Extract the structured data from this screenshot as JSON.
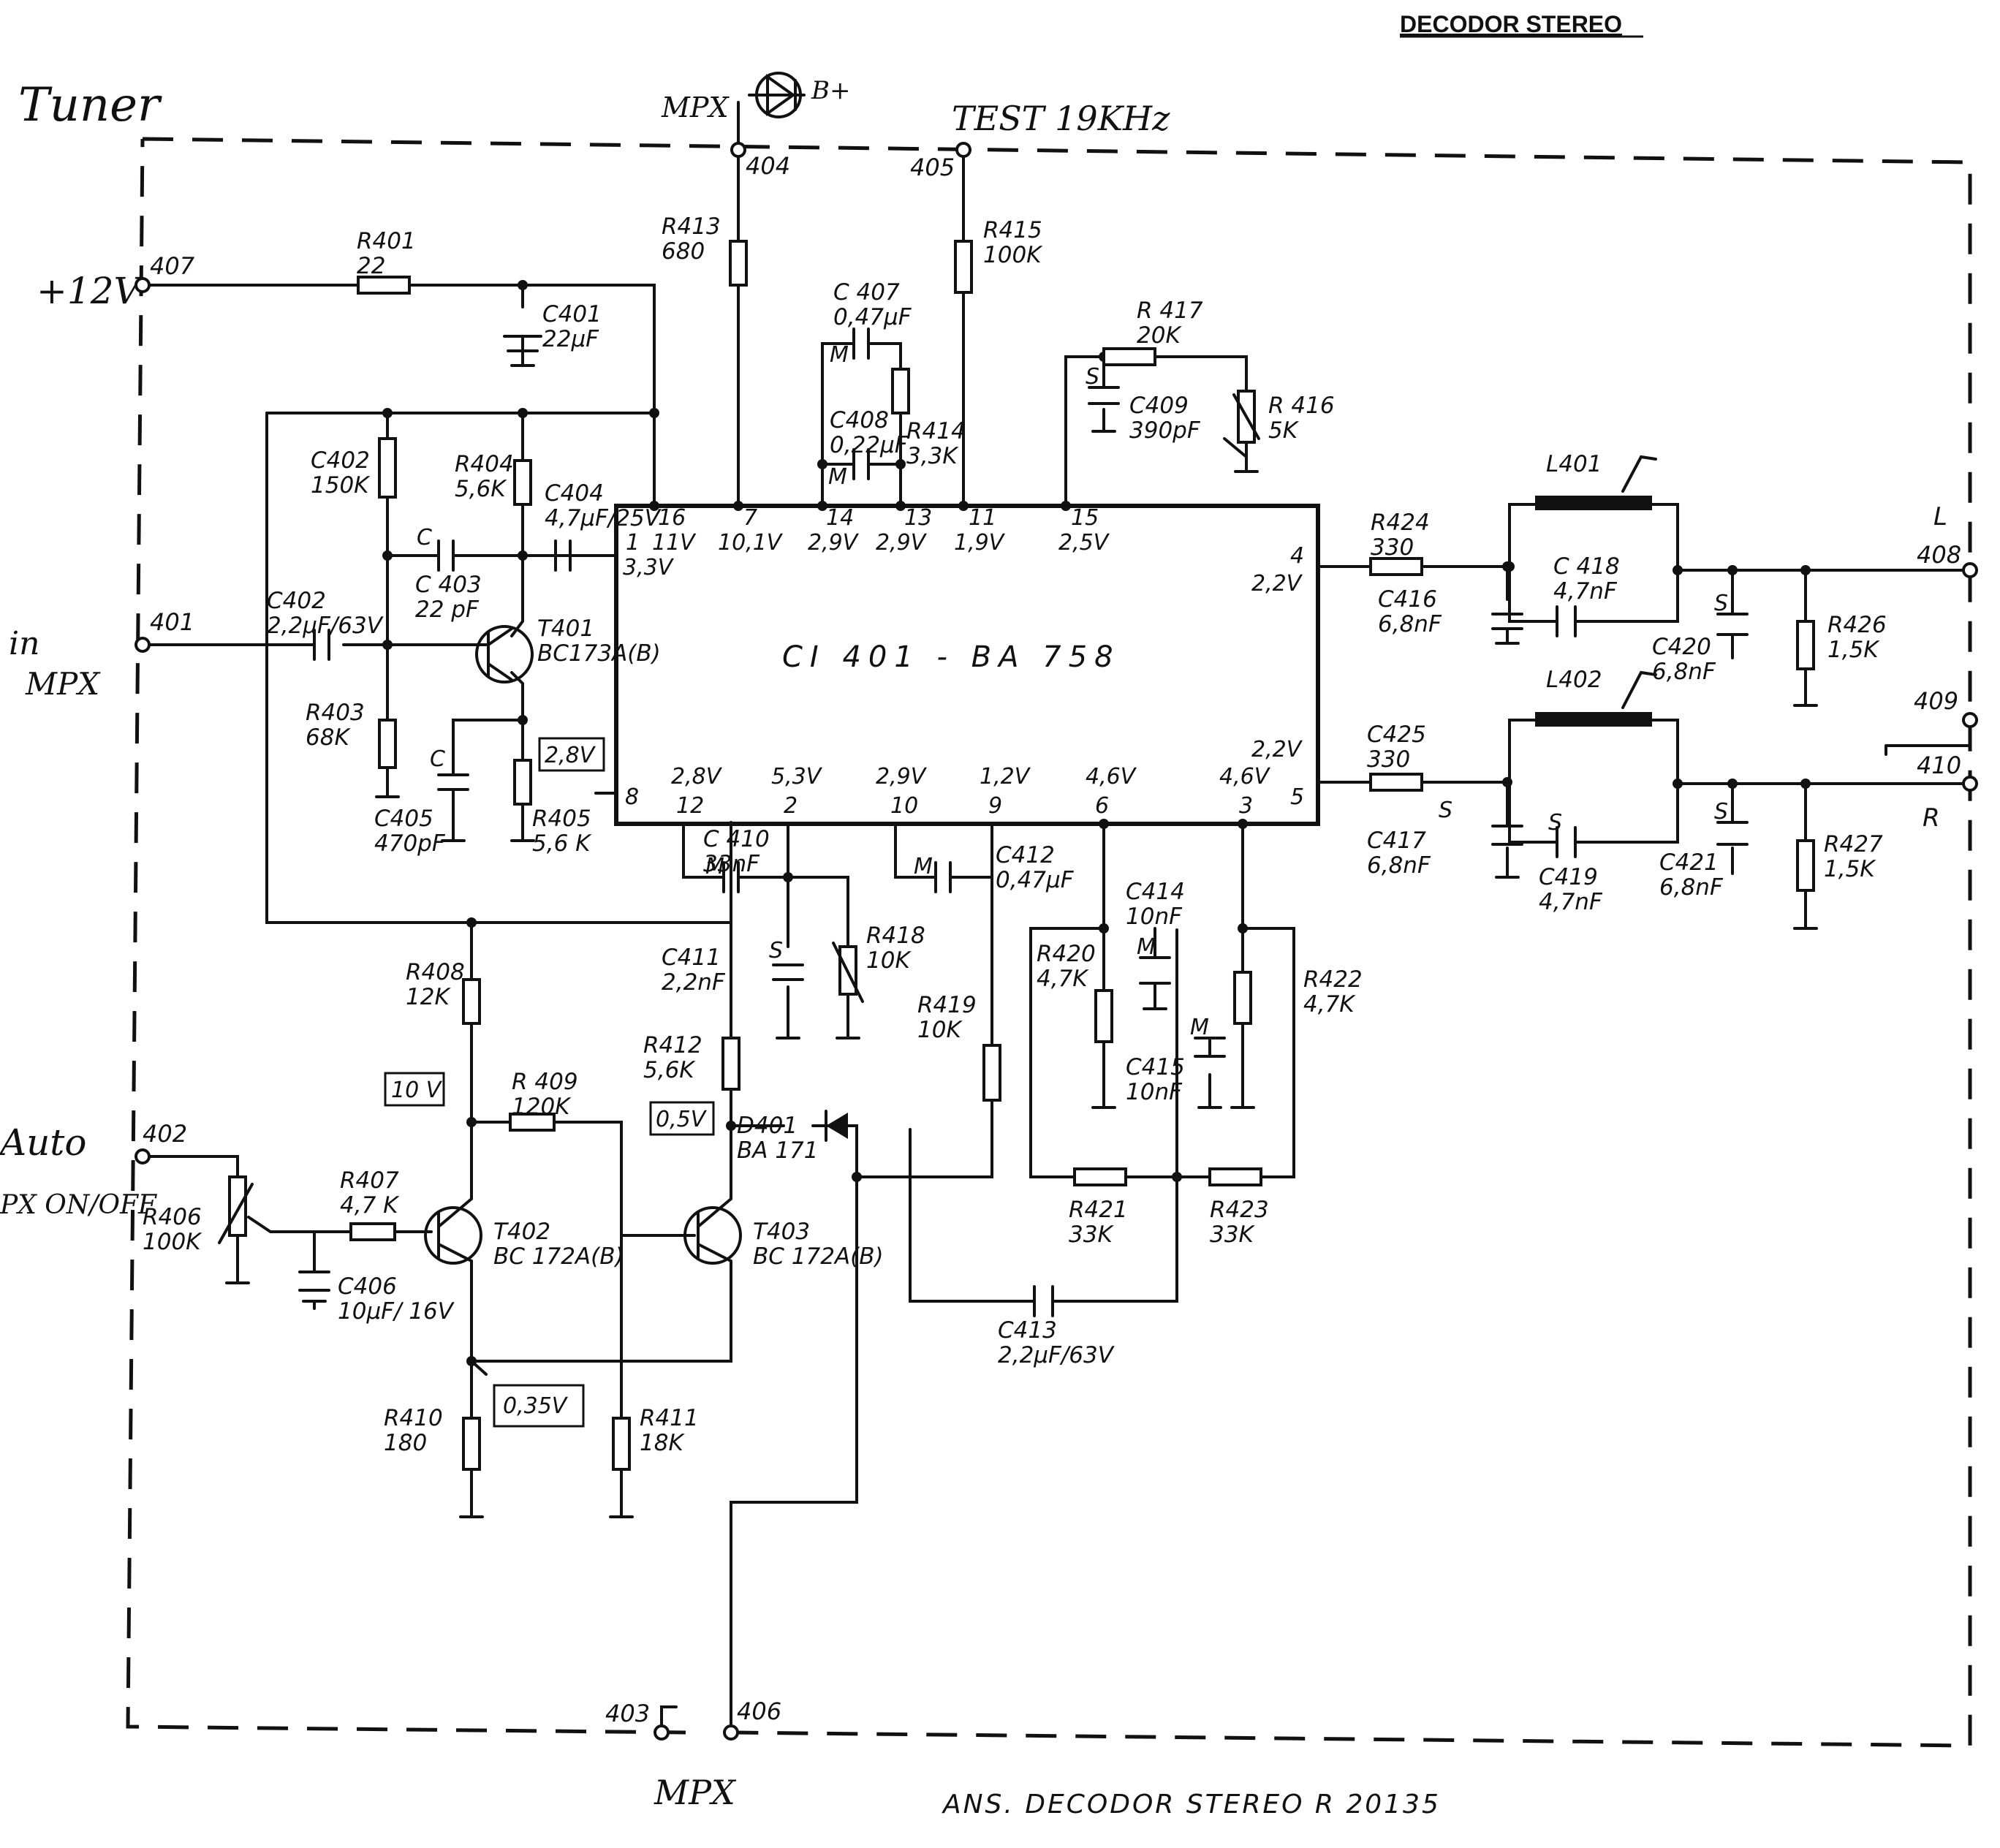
{
  "header": {
    "title": "DECODOR STEREO"
  },
  "footer": {
    "caption": "ANS. DECODOR  STEREO   R 20135"
  },
  "handwritten": {
    "tuner": "Tuner",
    "mpx_top": "MPX",
    "test": "TEST 19KHz",
    "v12": "+12V",
    "in_mpx_1": "in",
    "in_mpx_2": "MPX",
    "auto": "Auto",
    "mpx_onoff": "PX ON/OFF",
    "mpx_bottom": "MPX",
    "led_annot": "B+"
  },
  "ic": {
    "name": "CI 401  -  BA 758",
    "pins": [
      {
        "num": "16",
        "volt": "11V"
      },
      {
        "num": "7",
        "volt": "10,1V"
      },
      {
        "num": "14",
        "volt": "2,9V"
      },
      {
        "num": "13",
        "volt": "2,9V"
      },
      {
        "num": "11",
        "volt": "1,9V"
      },
      {
        "num": "15",
        "volt": "2,5V"
      },
      {
        "num": "1",
        "volt": "3,3V"
      },
      {
        "num": "8",
        "volt": ""
      },
      {
        "num": "4",
        "volt": "2,2V"
      },
      {
        "num": "5",
        "volt": "2,2V"
      },
      {
        "num": "12",
        "volt": "2,8V"
      },
      {
        "num": "2",
        "volt": "5,3V"
      },
      {
        "num": "10",
        "volt": "2,9V"
      },
      {
        "num": "9",
        "volt": "1,2V"
      },
      {
        "num": "6",
        "volt": "4,6V"
      },
      {
        "num": "3",
        "volt": "4,6V"
      }
    ]
  },
  "terminals": [
    "407",
    "404",
    "405",
    "401",
    "408",
    "409",
    "410",
    "402",
    "403",
    "406"
  ],
  "channels": {
    "left": "L",
    "right": "R"
  },
  "components": [
    {
      "ref": "R401",
      "value": "22"
    },
    {
      "ref": "C401",
      "value": "22μF"
    },
    {
      "ref": "R413",
      "value": "680"
    },
    {
      "ref": "R415",
      "value": "100K"
    },
    {
      "ref": "C 407",
      "value": "0,47μF"
    },
    {
      "ref": "C408",
      "value": "0,22μF"
    },
    {
      "ref": "R414",
      "value": "3,3K"
    },
    {
      "ref": "R 417",
      "value": "20K"
    },
    {
      "ref": "C409",
      "value": "390pF"
    },
    {
      "ref": "R 416",
      "value": "5K"
    },
    {
      "ref": "C402",
      "value": "150K"
    },
    {
      "ref": "R404",
      "value": "5,6K"
    },
    {
      "ref": "C404",
      "value": "4,7μF/25V"
    },
    {
      "ref": "C 403",
      "value": "22 pF"
    },
    {
      "ref": "C402",
      "value": "2,2μF/63V"
    },
    {
      "ref": "T401",
      "value": "BC173A(B)"
    },
    {
      "ref": "R403",
      "value": "68K"
    },
    {
      "ref": "C405",
      "value": "470pF"
    },
    {
      "ref": "R405",
      "value": "5,6 K"
    },
    {
      "ref": "R424",
      "value": "330"
    },
    {
      "ref": "C416",
      "value": "6,8nF"
    },
    {
      "ref": "L401",
      "value": ""
    },
    {
      "ref": "C 418",
      "value": "4,7nF"
    },
    {
      "ref": "C420",
      "value": "6,8nF"
    },
    {
      "ref": "R426",
      "value": "1,5K"
    },
    {
      "ref": "C425",
      "value": "330"
    },
    {
      "ref": "C417",
      "value": "6,8nF"
    },
    {
      "ref": "L402",
      "value": ""
    },
    {
      "ref": "C419",
      "value": "4,7nF"
    },
    {
      "ref": "C421",
      "value": "6,8nF"
    },
    {
      "ref": "R427",
      "value": "1,5K"
    },
    {
      "ref": "C 410",
      "value": "33nF"
    },
    {
      "ref": "C412",
      "value": "0,47μF"
    },
    {
      "ref": "C414",
      "value": "10nF"
    },
    {
      "ref": "R408",
      "value": "12K"
    },
    {
      "ref": "C411",
      "value": "2,2nF"
    },
    {
      "ref": "R418",
      "value": "10K"
    },
    {
      "ref": "R419",
      "value": "10K"
    },
    {
      "ref": "R420",
      "value": "4,7K"
    },
    {
      "ref": "R422",
      "value": "4,7K"
    },
    {
      "ref": "C415",
      "value": "10nF"
    },
    {
      "ref": "R412",
      "value": "5,6K"
    },
    {
      "ref": "R 409",
      "value": "120K"
    },
    {
      "ref": "D401",
      "value": "BA 171"
    },
    {
      "ref": "R421",
      "value": "33K"
    },
    {
      "ref": "R423",
      "value": "33K"
    },
    {
      "ref": "R407",
      "value": "4,7 K"
    },
    {
      "ref": "R406",
      "value": "100K"
    },
    {
      "ref": "T402",
      "value": "BC 172A(B)"
    },
    {
      "ref": "T403",
      "value": "BC 172A(B)"
    },
    {
      "ref": "C406",
      "value": "10μF/ 16V"
    },
    {
      "ref": "C413",
      "value": "2,2μF/63V"
    },
    {
      "ref": "R410",
      "value": "180"
    },
    {
      "ref": "R411",
      "value": "18K"
    }
  ],
  "test_voltages": [
    "2,8V",
    "10 V",
    "0,5V",
    "0,35V"
  ],
  "cap_markers": {
    "m": "M",
    "s": "S",
    "c": "C"
  }
}
